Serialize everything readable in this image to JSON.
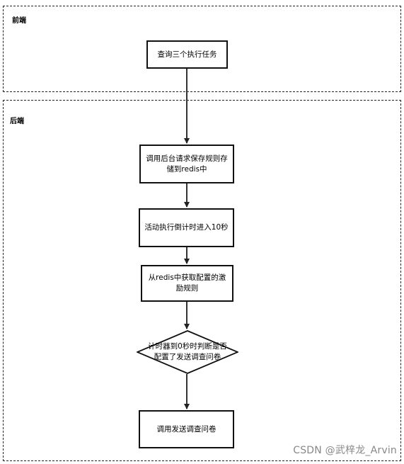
{
  "lanes": {
    "frontend_title": "前端",
    "backend_title": "后端"
  },
  "nodes": {
    "query_tasks": "查询三个执行任务",
    "save_rules": "调用后台请求保存规则存储到redis中",
    "countdown": "活动执行倒计时进入10秒",
    "get_rules": "从redis中获取配置的激励规则",
    "decision": "计时器到0秒时判断是否配置了发送调查问卷",
    "send_survey": "调用发送调查问卷"
  },
  "watermark": "CSDN @武梓龙_Arvin"
}
